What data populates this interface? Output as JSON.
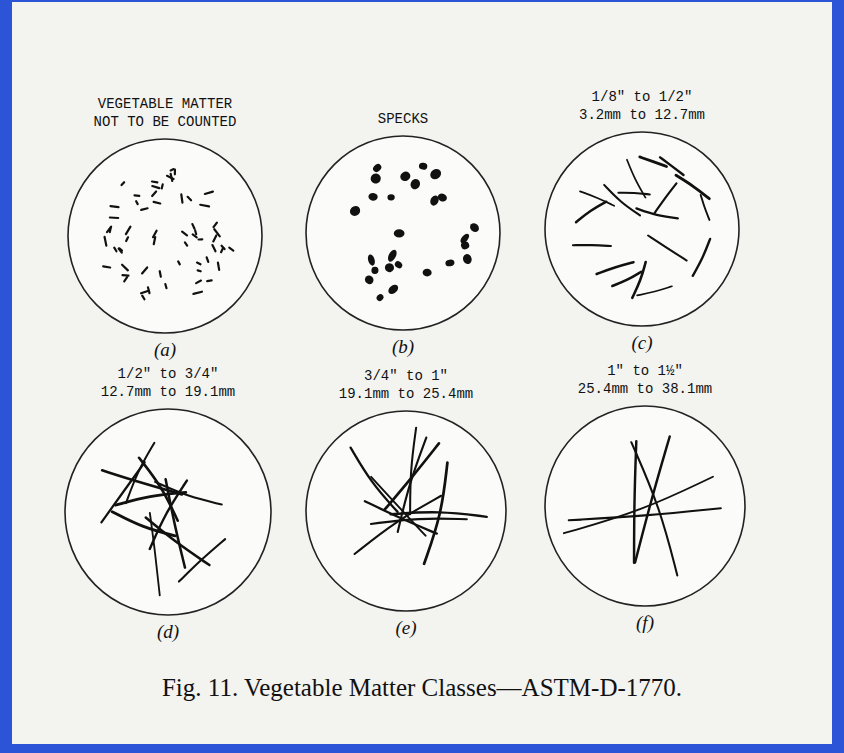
{
  "diagram": {
    "caption": "Fig. 11. Vegetable Matter Classes—ASTM-D-1770.",
    "nodes": [
      {
        "text": [
          "VEGETABLE MATTER NOT TO BE COUNTED",
          "(a)"
        ]
      },
      {
        "text": [
          "SPECKS",
          "(b)"
        ]
      },
      {
        "text": [
          "1/8\" to 1/2\"",
          "3.2mm to 12.7mm",
          "(c)"
        ]
      },
      {
        "text": [
          "1/2\" to 3/4\"",
          "12.7mm to 19.1mm",
          "(d)"
        ]
      },
      {
        "text": [
          "3/4\" to 1\"",
          "19.1mm to 25.4mm",
          "(e)"
        ]
      },
      {
        "text": [
          "1\" to 1½\"",
          "25.4mm to 38.1mm",
          "(f)"
        ]
      }
    ]
  }
}
